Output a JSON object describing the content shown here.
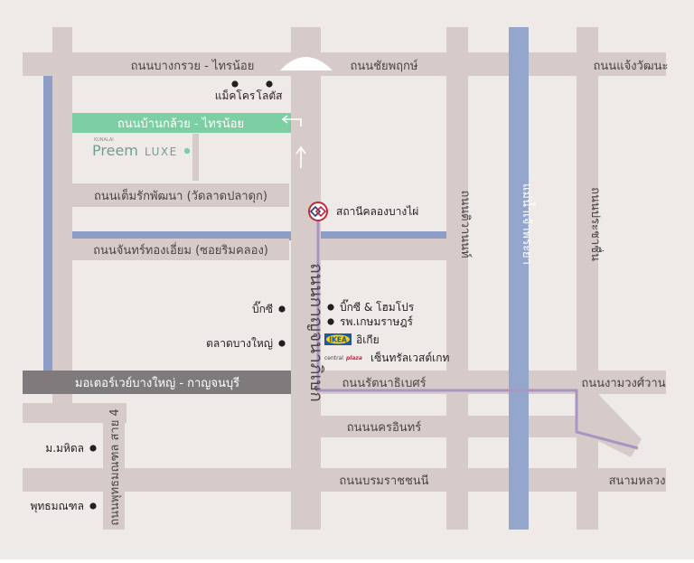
{
  "colors": {
    "background": "#eeeae8",
    "road": "#d6cbc9",
    "canal": "#8d9dc6",
    "river": "#95a6cc",
    "highlight_road": "#7ccfa2",
    "motorway": "#7f7b7c",
    "rail": "#a895c4",
    "label": "#4a4446",
    "station_red": "#c0283b",
    "ikea_blue": "#1d57a5",
    "ikea_yellow": "#f8d300"
  },
  "roads": {
    "bang_kruai_sai_noi": "ถนนบางกรวย - ไทรน้อย",
    "chaiyaphruek": "ถนนชัยพฤกษ์",
    "chaeng_watthana": "ถนนแจ้งวัฒนะ",
    "ban_kluai_sai_noi": "ถนนบ้านกล้วย - ไทรน้อย",
    "tem_rak_phatthana": "ถนนเต็มรักพัฒนา (วัดลาดปลาดุก)",
    "chan_thong_iam": "ถนนจันทร์ทองเอี่ยม (ซอยริมคลอง)",
    "kanchanaphisek": "ถนนกาญจนาภิเษก",
    "tiwanon": "ถนนติวานนท์",
    "prachachuen": "ถนนประชาชื่น",
    "motorway": "มอเตอร์เวย์บางใหญ่ - กาญจนบุรี",
    "rattanathibet": "ถนนรัตนาธิเบศร์",
    "ngamwongwan": "ถนนงามวงศ์วาน",
    "nakhon_in": "ถนนนครอินทร์",
    "borommaratchachonnani": "ถนนบรมราชชนนี",
    "sanam_luang": "สนามหลวง",
    "phutthamonthon_sai_4": "ถนนพุทธมณฑล สาย 4",
    "river": "แม่น้ำเจ้าพระยา"
  },
  "places": {
    "makro": "แม็คโคร",
    "lotus": "โลตัส",
    "bigc_1": "บิ๊กซี",
    "bigc_homepro": "บิ๊กซี & โฮมโปร",
    "kasemrad": "รพ.เกษมราษฎร์",
    "talat_bang_yai": "ตลาดบางใหญ่",
    "ikea": "อิเกีย",
    "central_westgate": "เซ็นทรัลเวสต์เกท",
    "mahidol": "ม.มหิดล",
    "phutthamonthon": "พุทธมณฑล",
    "station": "สถานีคลองบางไผ่"
  },
  "logos": {
    "project_small": "KUNALAI",
    "project_name": "Preem",
    "project_suffix": "LUXE",
    "ikea": "IKEA",
    "central": "central",
    "plaza": "plaza"
  }
}
